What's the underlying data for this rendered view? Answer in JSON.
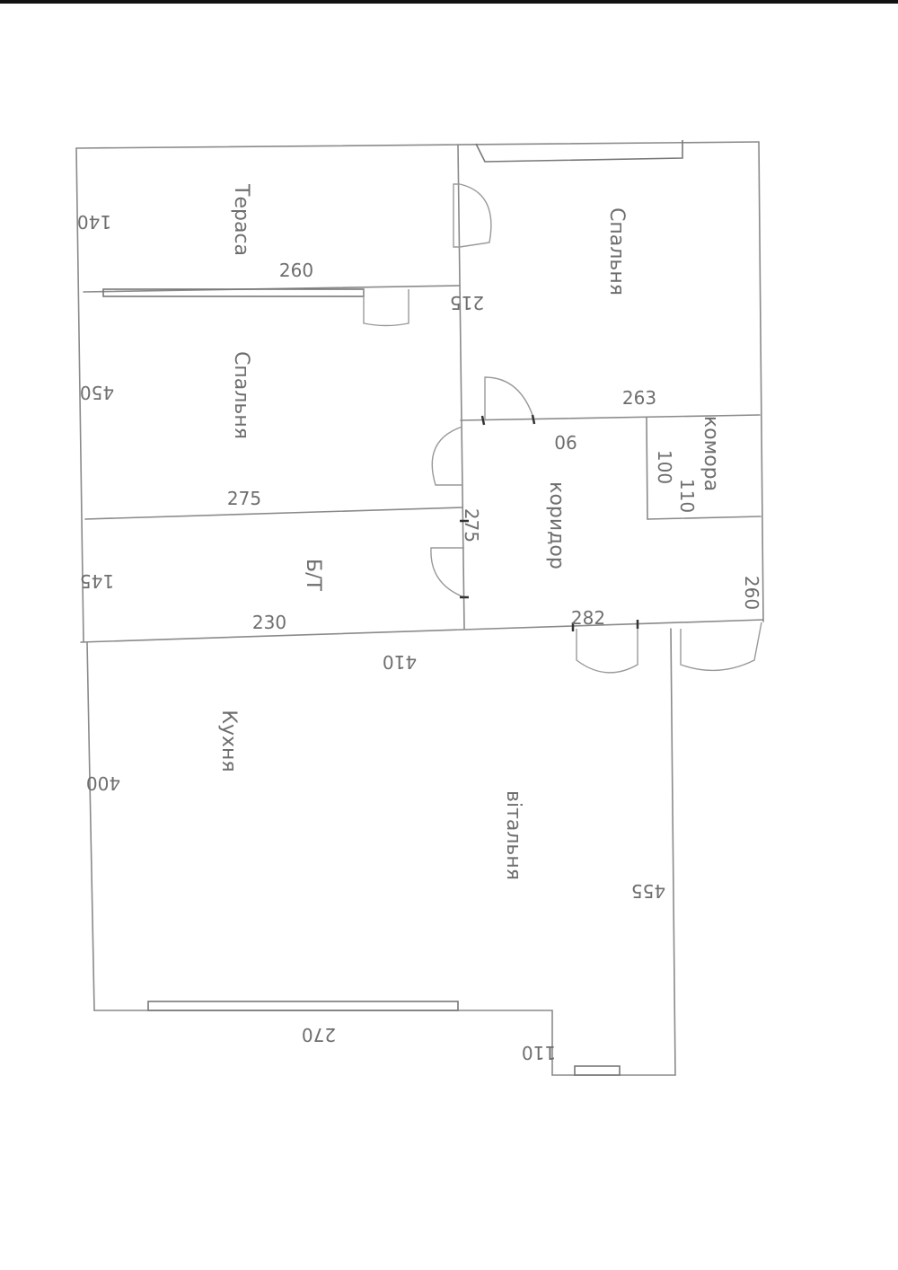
{
  "rooms": {
    "terrace": "Тераса",
    "bedroom_1": "Спальня",
    "bedroom_2": "Спальня",
    "bathroom": "Б/Т",
    "corridor": "коридор",
    "storage": "комора",
    "kitchen": "Кухня",
    "living_room": "вітальня"
  },
  "dimensions": {
    "terrace_width": "260",
    "terrace_depth": "140",
    "bedroom_left_depth": "450",
    "bedroom_left_width": "275",
    "bathroom_depth": "145",
    "bathroom_width": "230",
    "corridor_depth": "275",
    "bedroom_right_depth": "215",
    "bedroom_right_width": "263",
    "door_width": "90",
    "storage_depth": "100",
    "storage_width": "110",
    "corridor_width": "282",
    "corridor_right": "260",
    "kitchen_width": "410",
    "kitchen_depth": "400",
    "living_depth": "455",
    "living_width": "270",
    "bay_depth": "110"
  }
}
